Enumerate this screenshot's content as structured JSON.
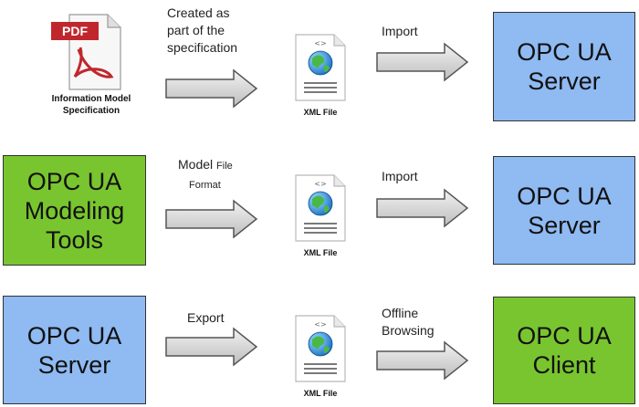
{
  "rows": [
    {
      "left_pdf_label": "Information Model\nSpecification",
      "pdf_badge": "PDF",
      "arrow1_label": "Created as\npart of the\nspecification",
      "file_label": "XML File",
      "arrow2_label": "Import",
      "right_box": "OPC UA\nServer"
    },
    {
      "left_box": "OPC UA\nModeling\nTools",
      "arrow1_label_main": "Model ",
      "arrow1_label_small": "File",
      "arrow1_label_line2": "Format",
      "file_label": "XML File",
      "arrow2_label": "Import",
      "right_box": "OPC UA\nServer"
    },
    {
      "left_box": "OPC UA\nServer",
      "arrow1_label": "Export",
      "file_label": "XML File",
      "arrow2_label": "Offline\nBrowsing",
      "right_box": "OPC UA\nClient"
    }
  ],
  "icons": {
    "pdf": "pdf-document-icon",
    "xml": "xml-file-globe-icon",
    "arrow": "right-arrow-icon"
  },
  "colors": {
    "server_blue": "#8fbaf2",
    "tool_green": "#79c52f",
    "arrow_fill": "#d8d8d8",
    "pdf_red": "#c0272d"
  }
}
